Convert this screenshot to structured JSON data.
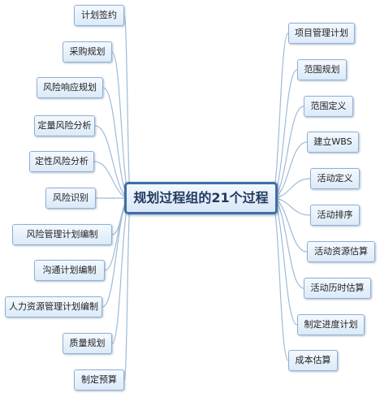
{
  "center": {
    "label": "规划过程组的21个过程"
  },
  "colors": {
    "connector": "#9fbbd8",
    "center_border": "#3f6ea6",
    "node_border": "#8fb0d3"
  },
  "left_nodes": [
    {
      "label": "计划签约"
    },
    {
      "label": "采购规划"
    },
    {
      "label": "风险响应规划"
    },
    {
      "label": "定量风险分析"
    },
    {
      "label": "定性风险分析"
    },
    {
      "label": "风险识别"
    },
    {
      "label": "风险管理计划编制"
    },
    {
      "label": "沟通计划编制"
    },
    {
      "label": "人力资源管理计划编制"
    },
    {
      "label": "质量规划"
    },
    {
      "label": "制定预算"
    }
  ],
  "right_nodes": [
    {
      "label": "项目管理计划"
    },
    {
      "label": "范围规划"
    },
    {
      "label": "范围定义"
    },
    {
      "label": "建立WBS"
    },
    {
      "label": "活动定义"
    },
    {
      "label": "活动排序"
    },
    {
      "label": "活动资源估算"
    },
    {
      "label": "活动历时估算"
    },
    {
      "label": "制定进度计划"
    },
    {
      "label": "成本估算"
    }
  ]
}
